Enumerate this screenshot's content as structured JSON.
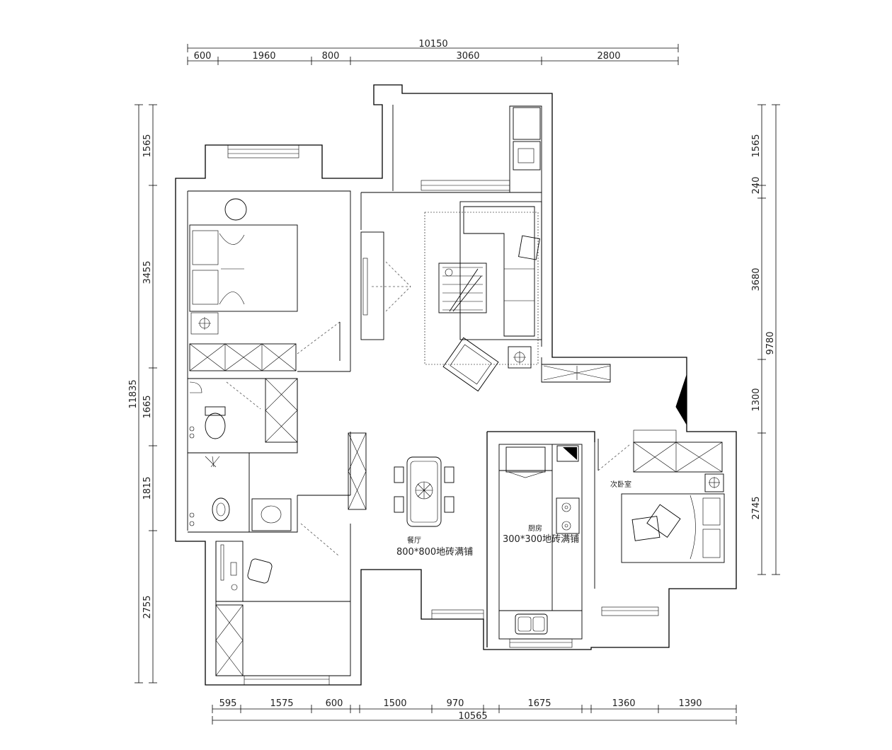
{
  "dimensions": {
    "top_total": "10150",
    "top_segments": [
      "600",
      "1960",
      "800",
      "3060",
      "2800"
    ],
    "bottom_total": "10565",
    "bottom_segments": [
      "595",
      "1575",
      "600",
      "1500",
      "970",
      "1675",
      "1360",
      "1390"
    ],
    "left_total": "11835",
    "left_segments": [
      "1565",
      "3455",
      "1665",
      "1815",
      "2755"
    ],
    "right_total": "9780",
    "right_segments": [
      "1565",
      "240",
      "3680",
      "1300",
      "2745"
    ]
  },
  "rooms": {
    "dining_name": "餐厅",
    "dining_floor": "800*800地砖满铺",
    "kitchen_name": "厨房",
    "kitchen_floor": "300*300地砖满铺",
    "second_bedroom_name": "次卧室"
  }
}
